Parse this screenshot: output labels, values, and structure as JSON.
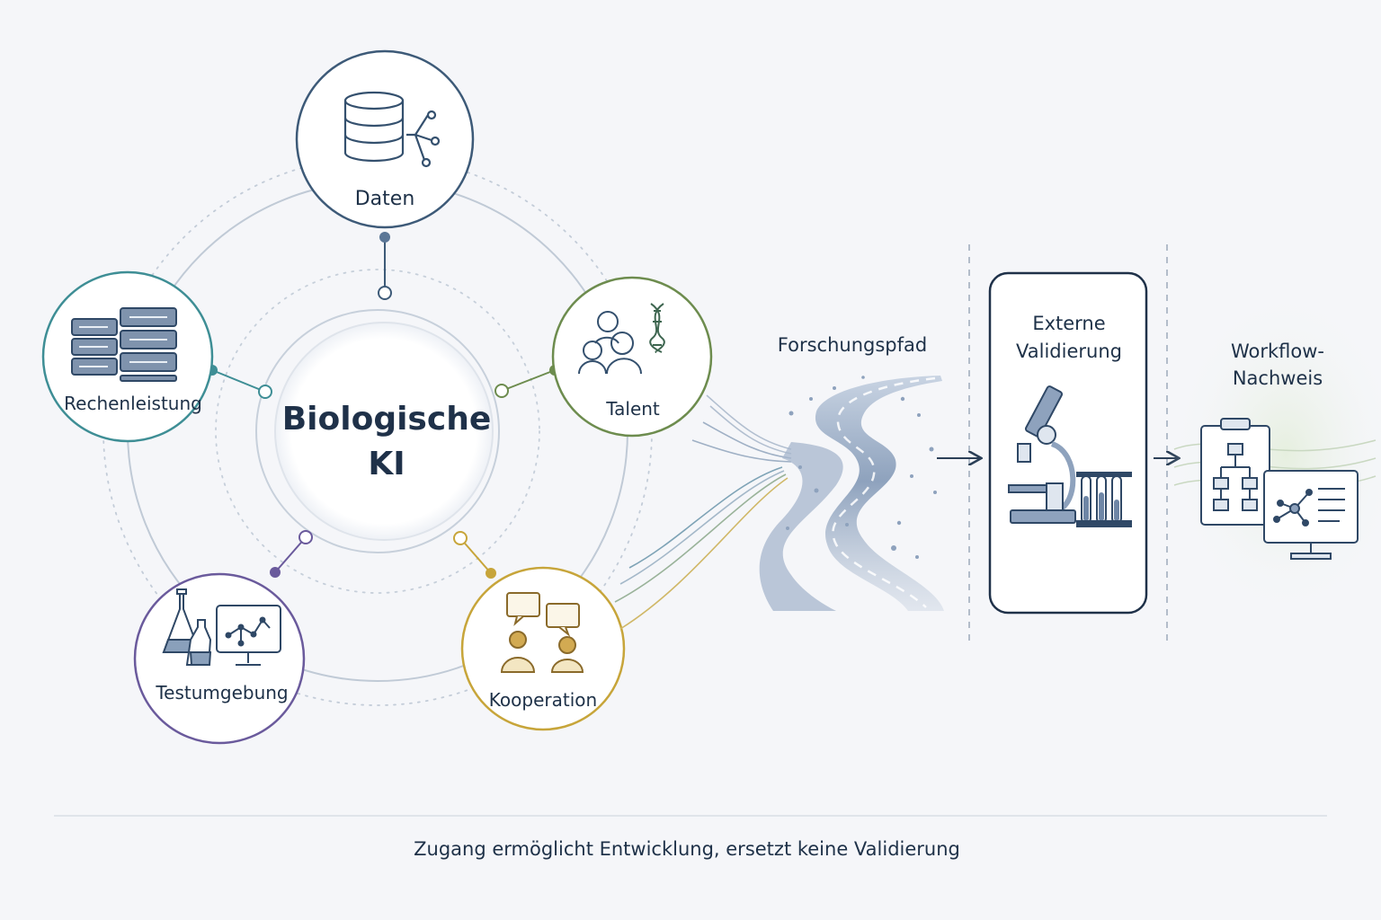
{
  "center": {
    "line1": "Biologische",
    "line2": "KI"
  },
  "nodes": {
    "daten": {
      "label": "Daten",
      "color": "#3d5a78"
    },
    "rechenleistung": {
      "label": "Rechenleistung",
      "color": "#3e8e95"
    },
    "talent": {
      "label": "Talent",
      "color": "#6d8c4e"
    },
    "testumgebung": {
      "label": "Testumgebung",
      "color": "#6a5a9c"
    },
    "kooperation": {
      "label": "Kooperation",
      "color": "#c7a53a"
    }
  },
  "path": {
    "label": "Forschungspfad"
  },
  "validation": {
    "line1": "Externe",
    "line2": "Validierung"
  },
  "workflow": {
    "line1": "Workflow-",
    "line2": "Nachweis"
  },
  "footer": {
    "caption": "Zugang ermöglicht Entwicklung, ersetzt keine Validierung"
  },
  "colors": {
    "navy": "#1e3148",
    "ring": "#b9c4d2",
    "path": "#9eb0c8"
  }
}
